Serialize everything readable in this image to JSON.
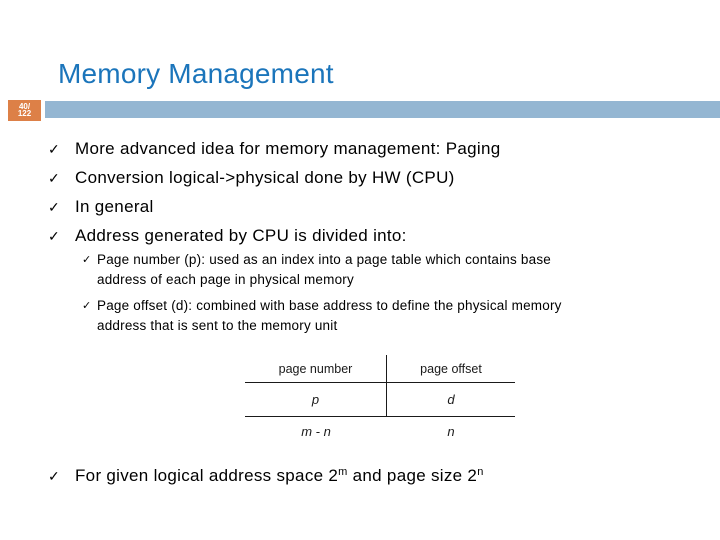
{
  "slide": {
    "title": "Memory Management",
    "page_indicator": {
      "line1": "40/",
      "line2": "122"
    },
    "colors": {
      "title_blue": "#1b75bb",
      "band_blue": "#94b6d2",
      "box_orange": "#dd8047",
      "text": "#000000"
    },
    "check_glyph": "✓",
    "bullets_level1": [
      "More advanced idea for memory management: Paging",
      "Conversion logical->physical done by HW (CPU)",
      "In general",
      "Address generated by CPU is divided into:"
    ],
    "bullets_level2": [
      {
        "line1": "Page number (p): used as an index into a page table which contains base",
        "line2": "address of each page in physical memory"
      },
      {
        "line1": "Page offset (d): combined with base address to define the physical memory",
        "line2": "address that is sent to the memory unit"
      }
    ],
    "diagram": {
      "col1_header": "page number",
      "col2_header": "page offset",
      "col1_value": "p",
      "col2_value": "d",
      "col1_width_label": "m - n",
      "col2_width_label": "n"
    },
    "final_bullet": {
      "part1": "For given logical address space 2",
      "sup1": "m",
      "part2": " and page size 2",
      "sup2": "n"
    }
  }
}
